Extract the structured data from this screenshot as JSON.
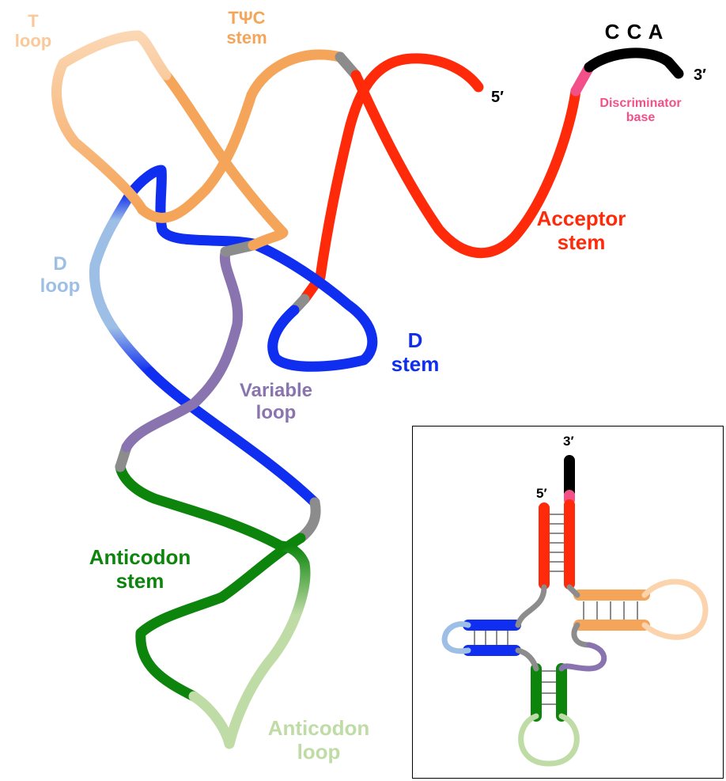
{
  "colors": {
    "acceptor": "#ff2a0a",
    "tpsic": "#f5a55a",
    "t_loop": "#fbd3ad",
    "d_stem": "#0f2ef0",
    "d_loop": "#9dbfe6",
    "variable": "#8a74b0",
    "anticodon_stem": "#0d850d",
    "anticodon_loop": "#bfdca6",
    "linker": "#8c8c8c",
    "discriminator": "#f3508a",
    "cca": "#000000"
  },
  "labels": {
    "t_loop": [
      "T",
      "loop"
    ],
    "tpsic_stem": [
      "TΨC",
      "stem"
    ],
    "cca": "C C A",
    "three_prime": "3′",
    "five_prime": "5′",
    "discriminator": [
      "Discriminator",
      "base"
    ],
    "acceptor_stem": [
      "Acceptor",
      "stem"
    ],
    "d_loop": [
      "D",
      "loop"
    ],
    "d_stem": [
      "D",
      "stem"
    ],
    "variable_loop": [
      "Variable",
      "loop"
    ],
    "anticodon_stem": [
      "Anticodon",
      "stem"
    ],
    "anticodon_loop": [
      "Anticodon",
      "loop"
    ]
  },
  "inset": {
    "three_prime": "3′",
    "five_prime": "5′"
  }
}
